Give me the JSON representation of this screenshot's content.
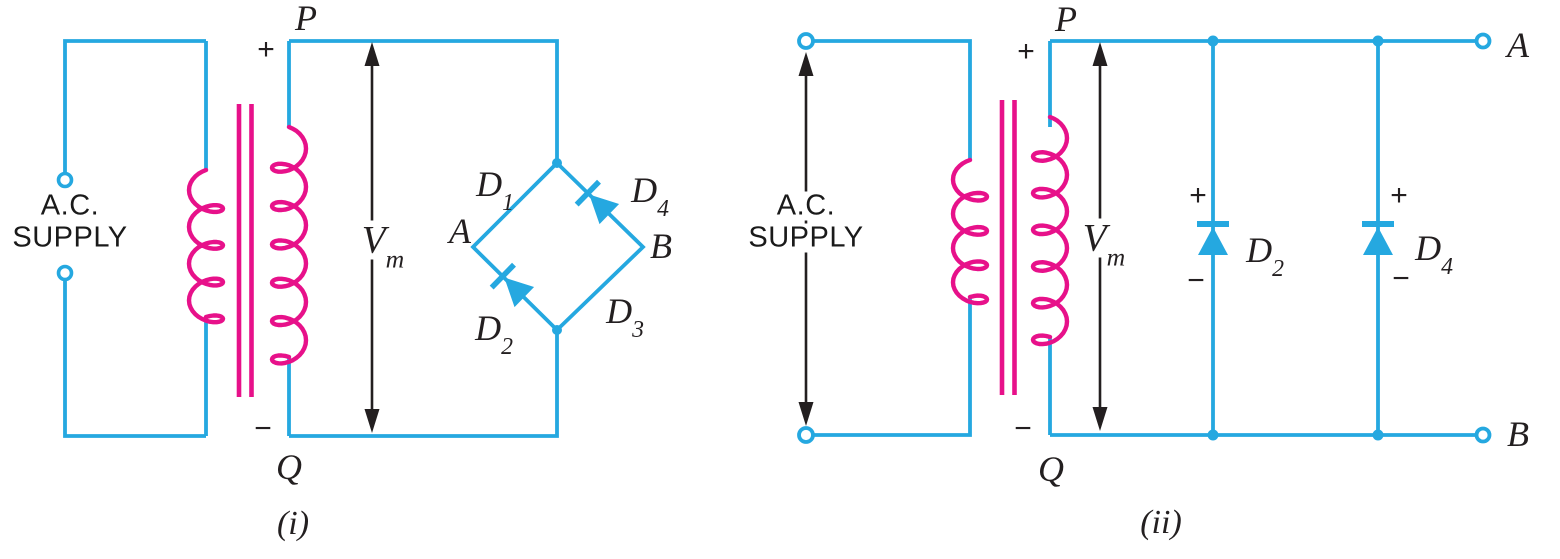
{
  "palette": {
    "wire_blue": "#25A8E0",
    "coil_magenta": "#E7118A",
    "ink_black": "#231F20",
    "background": "#FFFFFF"
  },
  "figure_i": {
    "caption": "(i)",
    "ac_supply": {
      "line1": "A.C.",
      "line2": "SUPPLY"
    },
    "transformer_plus": "+",
    "transformer_minus": "−",
    "terminal_p": "P",
    "terminal_q": "Q",
    "vm": {
      "main": "V",
      "sub": "m"
    },
    "bridge": {
      "node_a": "A",
      "node_b": "B",
      "d1": {
        "main": "D",
        "sub": "1"
      },
      "d2": {
        "main": "D",
        "sub": "2"
      },
      "d3": {
        "main": "D",
        "sub": "3"
      },
      "d4": {
        "main": "D",
        "sub": "4"
      }
    }
  },
  "figure_ii": {
    "caption": "(ii)",
    "ac_supply": {
      "line1": "A.C.",
      "line2": "SUPPLY"
    },
    "transformer_plus": "+",
    "transformer_minus": "−",
    "terminal_p": "P",
    "terminal_q": "Q",
    "vm": {
      "main": "V",
      "sub": "m"
    },
    "output_a": "A",
    "output_b": "B",
    "diode_d2": {
      "label": {
        "main": "D",
        "sub": "2"
      },
      "plus": "+",
      "minus": "−"
    },
    "diode_d4": {
      "label": {
        "main": "D",
        "sub": "4"
      },
      "plus": "+",
      "minus": "−"
    }
  }
}
